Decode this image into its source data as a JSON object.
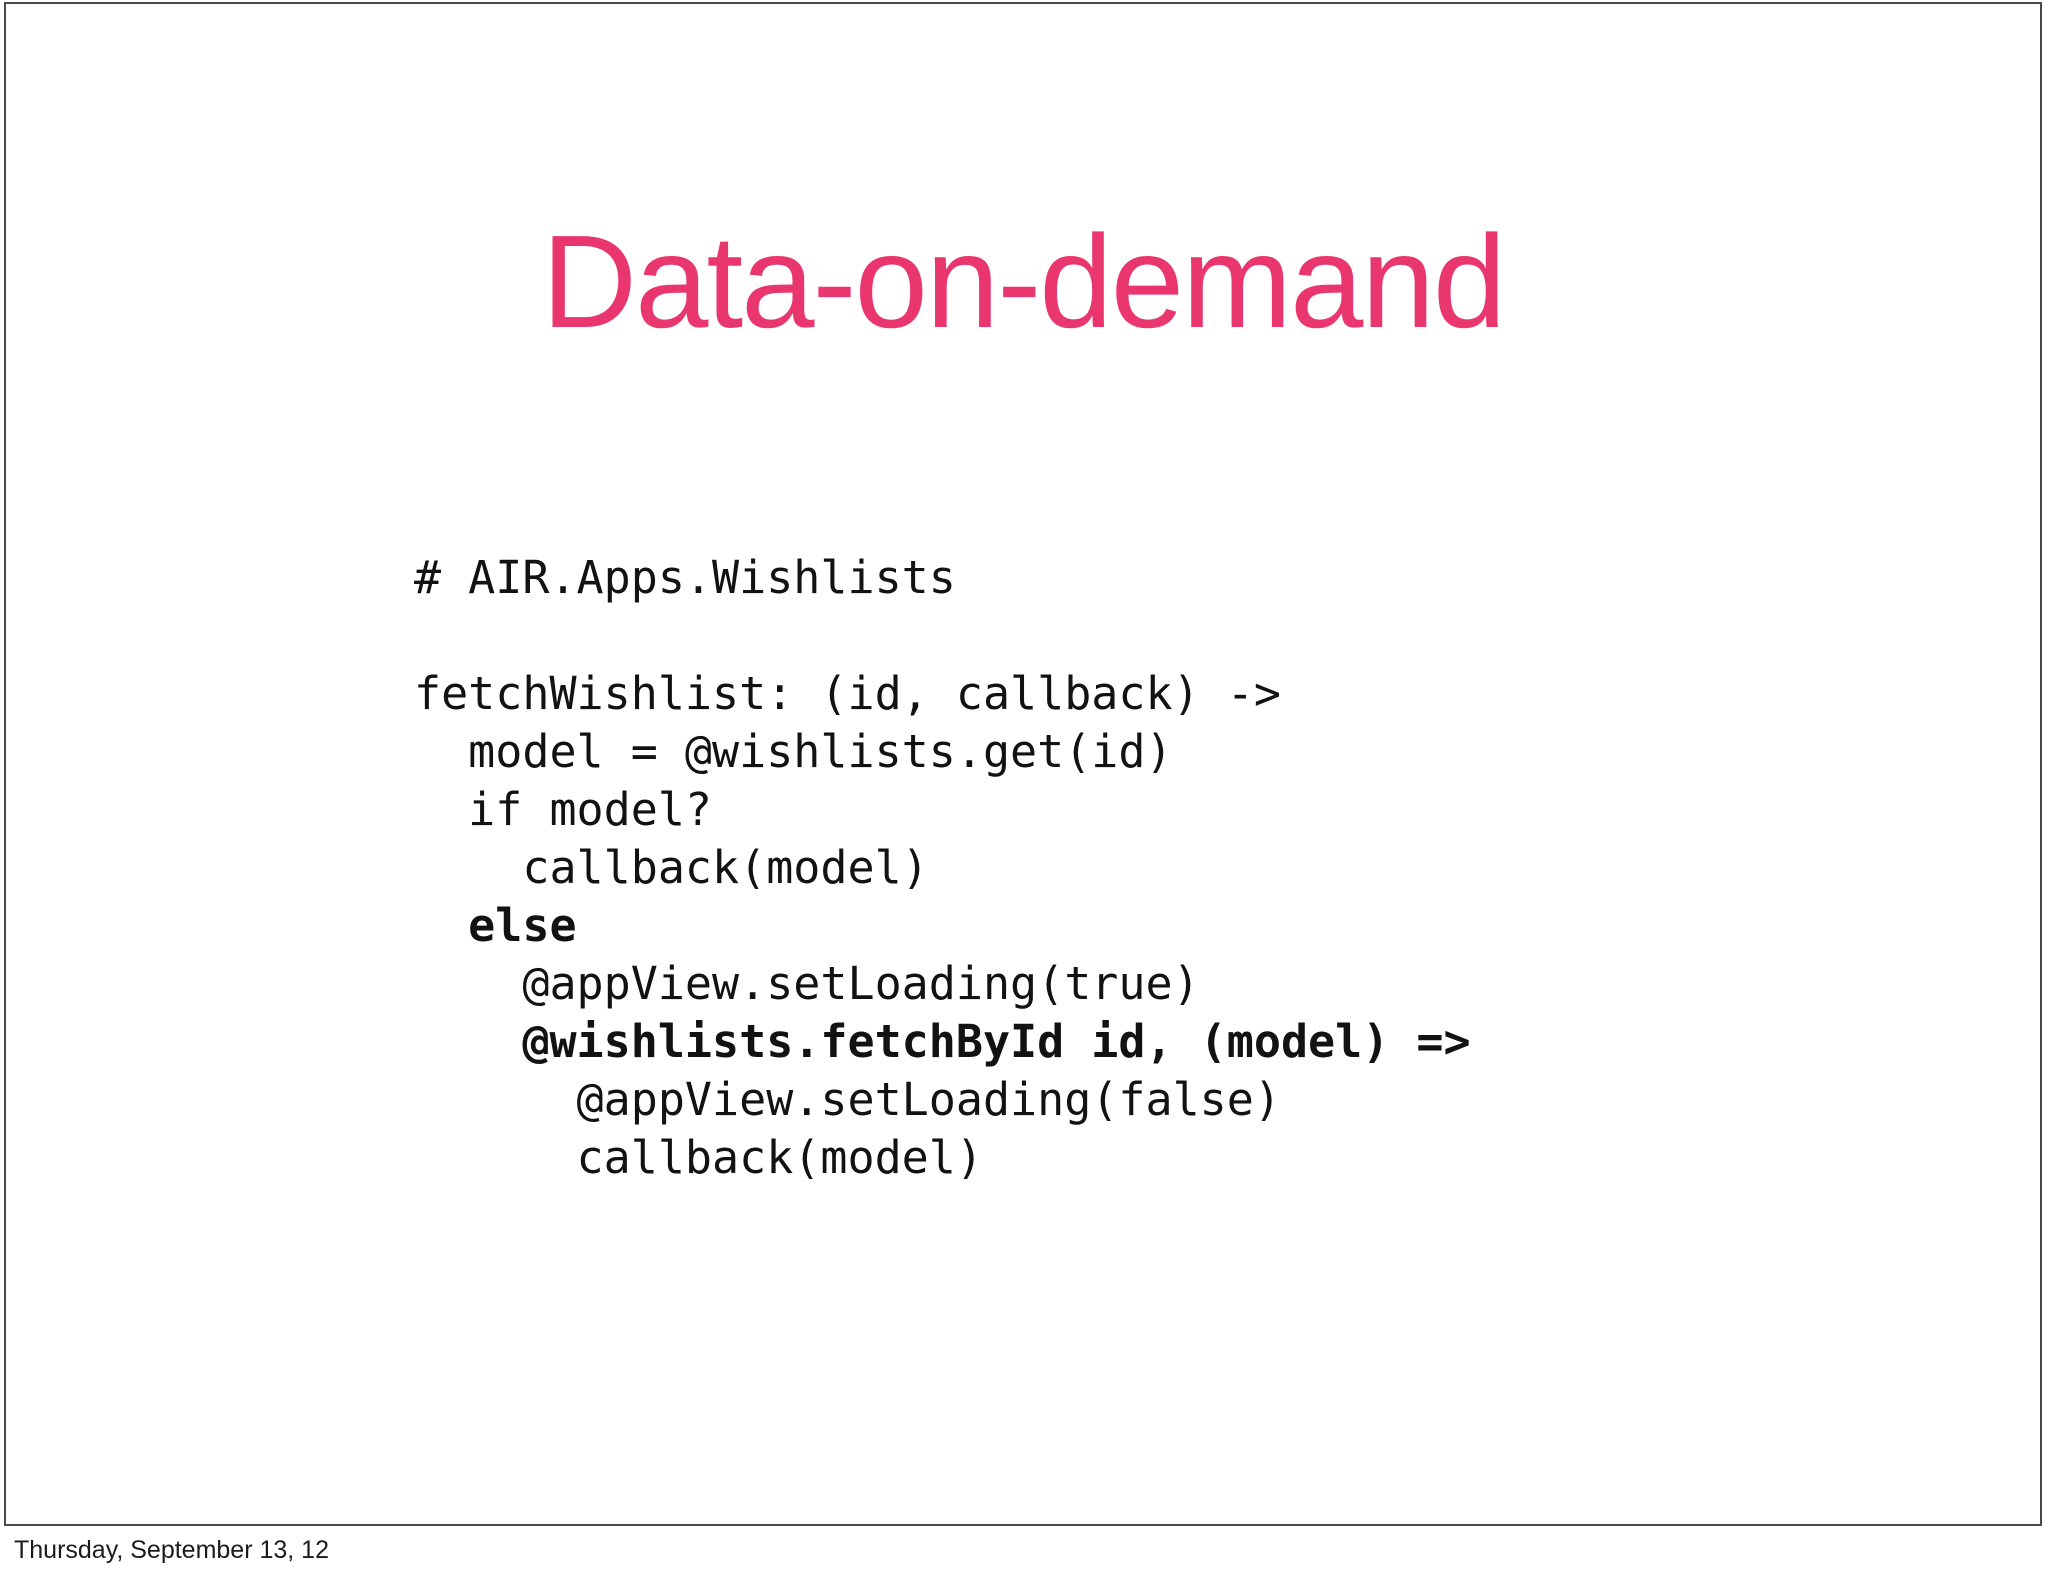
{
  "slide": {
    "title": "Data-on-demand",
    "title_color": "#EA366E",
    "background_color": "#FFFFFF",
    "border_color": "#4A4A4D",
    "text_color": "#121212"
  },
  "code": {
    "language": "coffeescript",
    "lines": [
      {
        "text": "# AIR.Apps.Wishlists",
        "bold": false
      },
      {
        "text": "",
        "bold": false
      },
      {
        "text": "fetchWishlist: (id, callback) ->",
        "bold": false
      },
      {
        "text": "  model = @wishlists.get(id)",
        "bold": false
      },
      {
        "text": "  if model?",
        "bold": false
      },
      {
        "text": "    callback(model)",
        "bold": false
      },
      {
        "text": "  else",
        "bold": true
      },
      {
        "text": "    @appView.setLoading(true)",
        "bold": false
      },
      {
        "text": "    @wishlists.fetchById id, (model) =>",
        "bold": true
      },
      {
        "text": "      @appView.setLoading(false)",
        "bold": false
      },
      {
        "text": "      callback(model)",
        "bold": false
      }
    ]
  },
  "footer": {
    "timestamp": "Thursday, September 13, 12"
  }
}
